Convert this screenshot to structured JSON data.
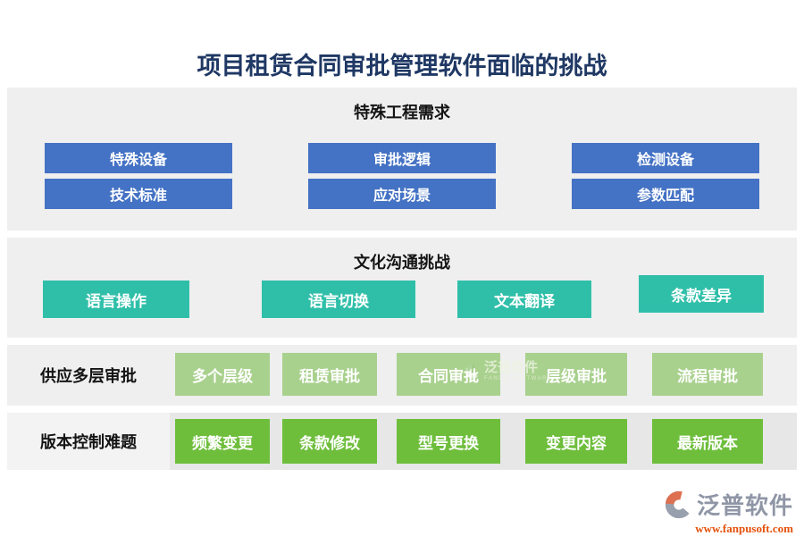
{
  "title": "项目租赁合同审批管理软件面临的挑战",
  "colors": {
    "blue": "#4472C4",
    "teal": "#2FBFA9",
    "light_green": "#A9D18E",
    "green": "#6EBE3C",
    "title_color": "#1F3864",
    "brand_gray": "#8F96A6",
    "brand_orange": "#E4510B"
  },
  "section1": {
    "header": "特殊工程需求",
    "buttons": [
      "特殊设备",
      "审批逻辑",
      "检测设备",
      "技术标准",
      "应对场景",
      "参数匹配"
    ]
  },
  "section2": {
    "header": "文化沟通挑战",
    "buttons": [
      "语言操作",
      "语言切换",
      "文本翻译",
      "条款差异"
    ]
  },
  "section3": {
    "label": "供应多层审批",
    "buttons": [
      "多个层级",
      "租赁审批",
      "合同审批",
      "层级审批",
      "流程审批"
    ]
  },
  "section4": {
    "label": "版本控制难题",
    "buttons": [
      "频繁变更",
      "条款修改",
      "型号更换",
      "变更内容",
      "最新版本"
    ]
  },
  "watermark": {
    "brand": "泛普软件",
    "brand_en": "FANPU SOFTWARE"
  },
  "logo": {
    "brand": "泛普软件",
    "website": "www.fanpusoft.com"
  }
}
